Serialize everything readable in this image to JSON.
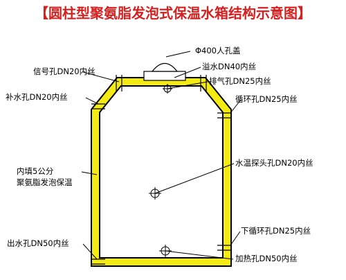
{
  "title": "【圆柱型聚氨脂发泡式保温水箱结构示意图】",
  "colors": {
    "title": "#d61f1f",
    "insulation": "#f4ea14",
    "line": "#000000"
  },
  "labels": {
    "manhole": "Φ400人孔盖",
    "signal_hole": "信号孔DN20内丝",
    "overflow": "溢水DN40内丝",
    "vent": "排气孔DN25内丝",
    "makeup": "补水孔DN20内丝",
    "circulation": "循环孔DN25内丝",
    "water_temp_probe": "水温探头孔DN20内丝",
    "fill_line1": "内填5公分",
    "fill_line2": "聚氨脂发泡保温",
    "lower_circulation": "下循环孔DN25内丝",
    "outlet": "出水孔DN50内丝",
    "heating": "加热孔DN50内丝"
  }
}
